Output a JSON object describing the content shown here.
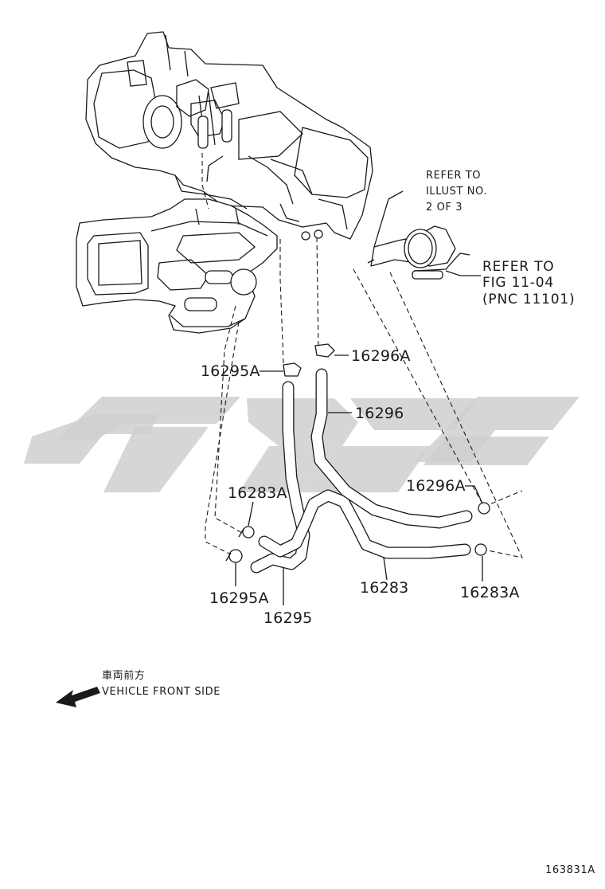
{
  "diagram": {
    "part_labels": {
      "p16296A_top": "16296A",
      "p16295A_top": "16295A",
      "p16296": "16296",
      "p16283A_left": "16283A",
      "p16296A_right": "16296A",
      "p16283": "16283",
      "p16283A_right": "16283A",
      "p16295A_bottom": "16295A",
      "p16295": "16295"
    },
    "refer_illust": [
      "REFER TO",
      "ILLUST NO.",
      "2 OF 3"
    ],
    "refer_fig": [
      "REFER TO",
      "FIG 11-04",
      "(PNC 11101)"
    ],
    "front_side_jp": "車両前方",
    "front_side_en": "VEHICLE FRONT SIDE",
    "illustration_id": "163831A"
  },
  "colors": {
    "line": "#1a1a1a",
    "watermark": "#cfcfcf",
    "background": "#ffffff"
  }
}
